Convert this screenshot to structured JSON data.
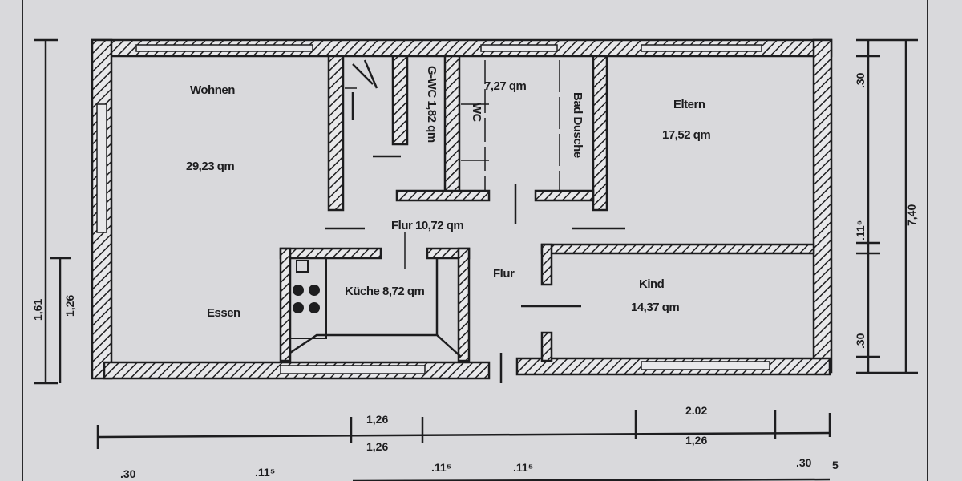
{
  "rooms": {
    "wohnen": {
      "name": "Wohnen",
      "area": "29,23 qm"
    },
    "gwc": {
      "label": "G-WC 1,82 qm"
    },
    "bad": {
      "area": "7,27 qm",
      "wc": "WC",
      "dusche": "Bad Dusche"
    },
    "eltern": {
      "name": "Eltern",
      "area": "17,52 qm"
    },
    "flur_main": {
      "label": "Flur 10,72 qm"
    },
    "flur": {
      "label": "Flur"
    },
    "kueche": {
      "label": "Küche 8,72 qm"
    },
    "essen": {
      "name": "Essen"
    },
    "kind": {
      "name": "Kind",
      "area": "14,37 qm"
    }
  },
  "dimensions": {
    "left_outer": "1,61",
    "left_inner": "1,26",
    "right_top": ".30",
    "right_mid": ".11⁶",
    "right_bottom": ".30",
    "right_total": "7,40",
    "bottom_row1_a_top": "1,26",
    "bottom_row1_a_bottom": "1,26",
    "bottom_row1_b_top": "2.02",
    "bottom_row1_b_bottom": "1,26",
    "bottom_row2": [
      ".30",
      ".11⁵",
      ".11⁵",
      ".11⁵",
      ".30",
      "5"
    ]
  },
  "colors": {
    "paper": "#d9d9dc",
    "ink": "#1d1d1f"
  }
}
